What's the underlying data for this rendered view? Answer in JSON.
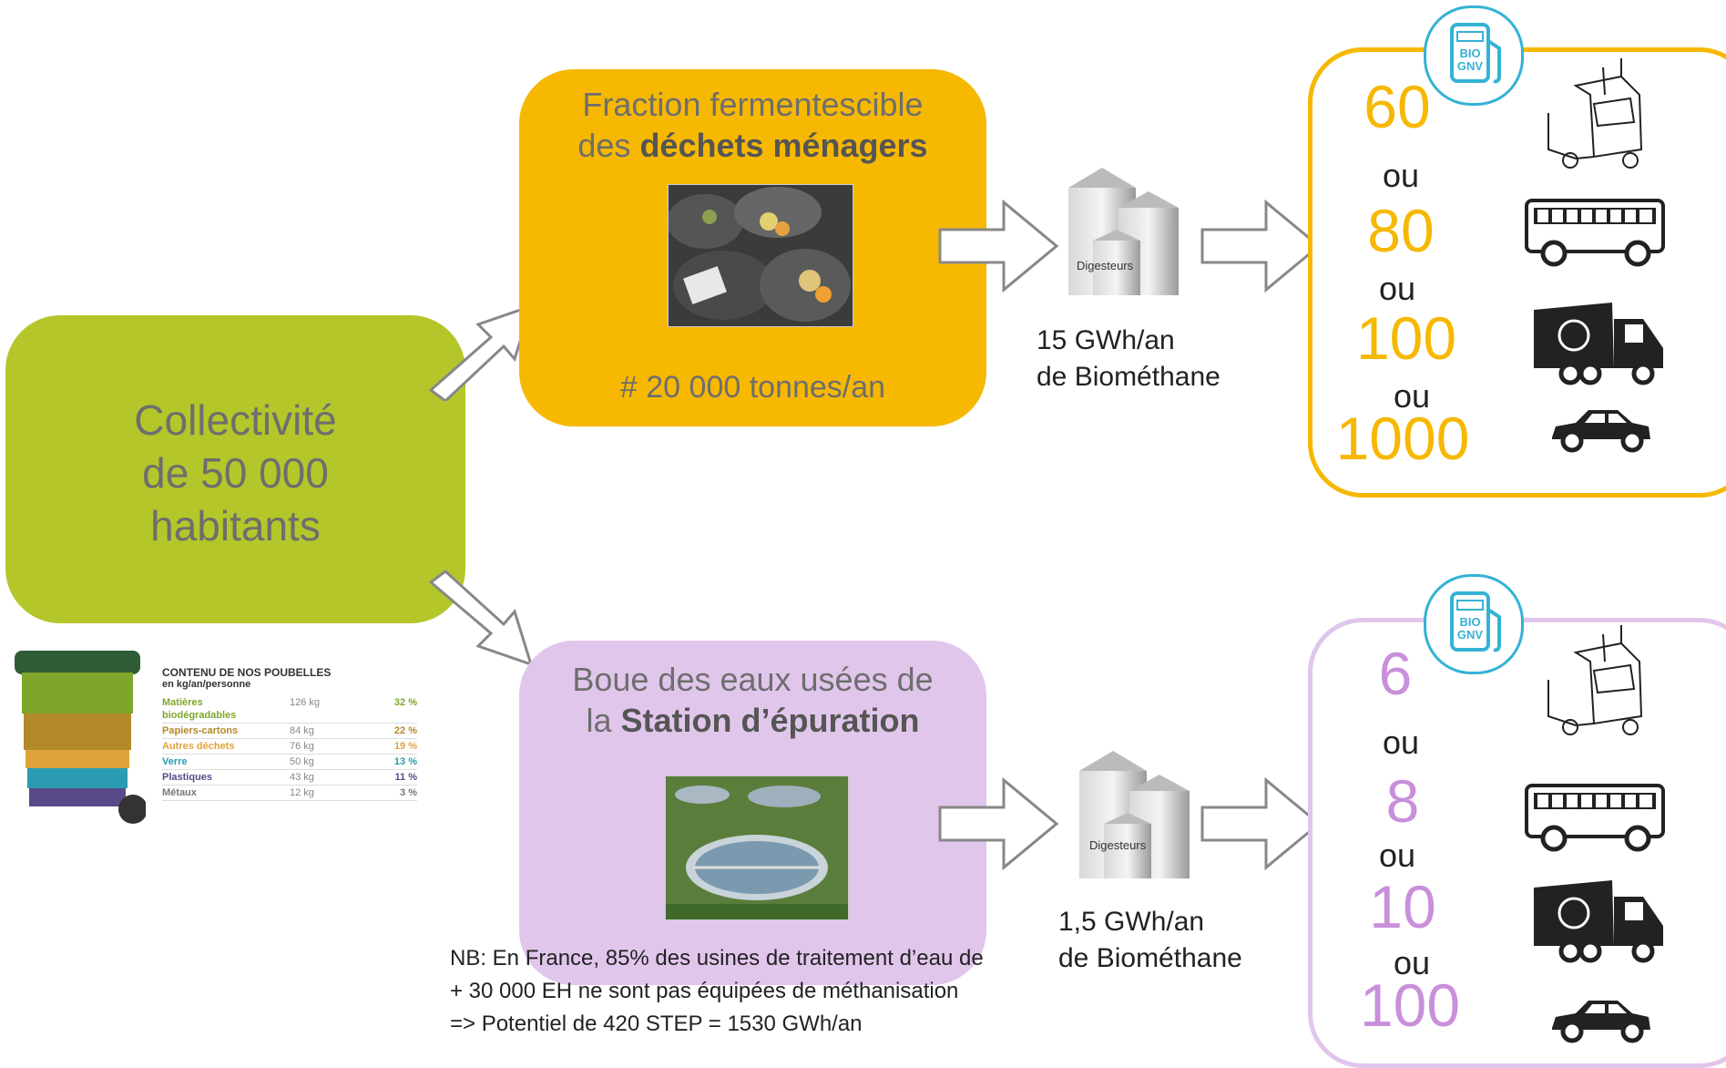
{
  "source": {
    "line1": "Collectivité",
    "line2": "de 50 000",
    "line3": "habitants"
  },
  "waste_bin_legend": {
    "title": "CONTENU DE NOS POUBELLES",
    "subtitle": "en kg/an/personne",
    "rows": [
      {
        "label": "Matières biodégradables",
        "kg": "126 kg",
        "pct": "32 %"
      },
      {
        "label": "Papiers-cartons",
        "kg": "84 kg",
        "pct": "22 %"
      },
      {
        "label": "Autres déchets",
        "kg": "76 kg",
        "pct": "19 %"
      },
      {
        "label": "Verre",
        "kg": "50 kg",
        "pct": "13 %"
      },
      {
        "label": "Plastiques",
        "kg": "43 kg",
        "pct": "11 %"
      },
      {
        "label": "Métaux",
        "kg": "12 kg",
        "pct": "3 %"
      }
    ]
  },
  "household": {
    "title_line1": "Fraction fermentescible",
    "title_line2_pre": "des ",
    "title_line2_bold": "déchets ménagers",
    "tonnes": "# 20 000 tonnes/an",
    "digester_label": "Digesteurs",
    "energy_line1": "15 GWh/an",
    "energy_line2": "de Biométhane",
    "vehicles": [
      {
        "count": "60",
        "icon": "truck-icon"
      },
      {
        "count": "80",
        "icon": "bus-icon"
      },
      {
        "count": "100",
        "icon": "garbage-truck-icon"
      },
      {
        "count": "1000",
        "icon": "car-icon"
      }
    ],
    "or_word": "ou",
    "color": "#f6b800"
  },
  "sewage": {
    "title_line1": "Boue des eaux usées de",
    "title_line2_pre": "la ",
    "title_line2_bold": "Station d’épuration",
    "digester_label": "Digesteurs",
    "energy_line1": "1,5 GWh/an",
    "energy_line2": "de Biométhane",
    "vehicles": [
      {
        "count": "6",
        "icon": "truck-icon"
      },
      {
        "count": "8",
        "icon": "bus-icon"
      },
      {
        "count": "10",
        "icon": "garbage-truck-icon"
      },
      {
        "count": "100",
        "icon": "car-icon"
      }
    ],
    "or_word": "ou",
    "color": "#c98fdb",
    "note_line1": "NB: En France, 85%  des usines de traitement d’eau de",
    "note_line2": "+ 30 000 EH ne sont pas équipées de méthanisation",
    "note_line3": "=> Potentiel de 420 STEP = 1530 GWh/an"
  },
  "gnv_badge": {
    "line1": "BIO",
    "line2": "GNV"
  }
}
